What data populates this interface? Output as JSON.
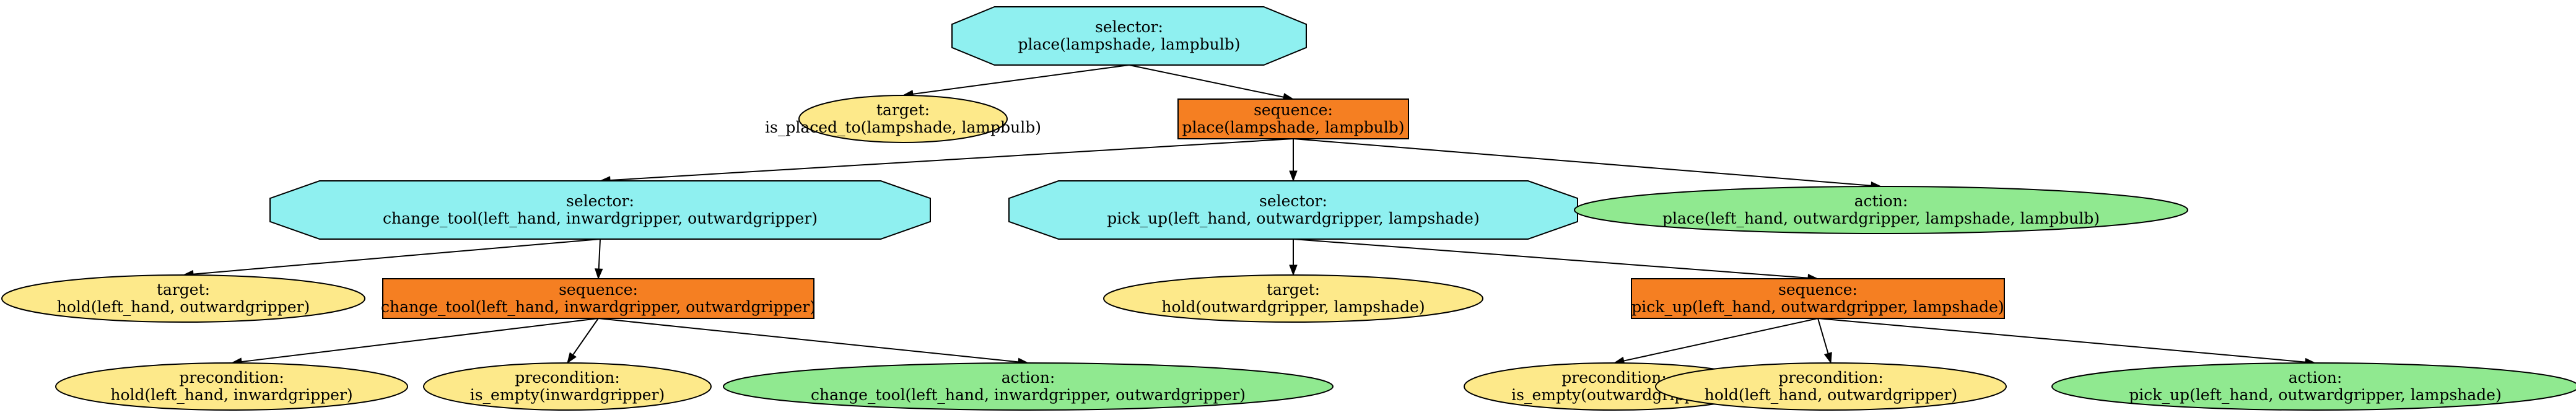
{
  "colors": {
    "selector": "#8ff0f0",
    "sequence": "#f57f22",
    "target": "#fde98a",
    "precondition": "#fde98a",
    "action": "#90e990",
    "stroke": "#000000",
    "background": "#ffffff"
  },
  "nodes": {
    "root": {
      "kind": "selector",
      "line1": "selector:",
      "line2": "place(lampshade, lampbulb)"
    },
    "n1": {
      "kind": "target",
      "line1": "target:",
      "line2": "is_placed_to(lampshade, lampbulb)"
    },
    "n2": {
      "kind": "sequence",
      "line1": "sequence:",
      "line2": "place(lampshade, lampbulb)"
    },
    "n3": {
      "kind": "selector",
      "line1": "selector:",
      "line2": "change_tool(left_hand, inwardgripper, outwardgripper)"
    },
    "n4": {
      "kind": "selector",
      "line1": "selector:",
      "line2": "pick_up(left_hand, outwardgripper, lampshade)"
    },
    "n5": {
      "kind": "action",
      "line1": "action:",
      "line2": "place(left_hand, outwardgripper, lampshade, lampbulb)"
    },
    "n6": {
      "kind": "target",
      "line1": "target:",
      "line2": "hold(left_hand, outwardgripper)"
    },
    "n7": {
      "kind": "sequence",
      "line1": "sequence:",
      "line2": "change_tool(left_hand, inwardgripper, outwardgripper)"
    },
    "n8": {
      "kind": "target",
      "line1": "target:",
      "line2": "hold(outwardgripper, lampshade)"
    },
    "n9": {
      "kind": "sequence",
      "line1": "sequence:",
      "line2": "pick_up(left_hand, outwardgripper, lampshade)"
    },
    "n10": {
      "kind": "precondition",
      "line1": "precondition:",
      "line2": "hold(left_hand, inwardgripper)"
    },
    "n11": {
      "kind": "precondition",
      "line1": "precondition:",
      "line2": "is_empty(inwardgripper)"
    },
    "n12": {
      "kind": "action",
      "line1": "action:",
      "line2": "change_tool(left_hand, inwardgripper, outwardgripper)"
    },
    "n13": {
      "kind": "precondition",
      "line1": "precondition:",
      "line2": "is_empty(outwardgripper)"
    },
    "n14": {
      "kind": "precondition",
      "line1": "precondition:",
      "line2": "hold(left_hand, outwardgripper)"
    },
    "n15": {
      "kind": "action",
      "line1": "action:",
      "line2": "pick_up(left_hand, outwardgripper, lampshade)"
    }
  },
  "edges": [
    [
      "root",
      "n1"
    ],
    [
      "root",
      "n2"
    ],
    [
      "n2",
      "n3"
    ],
    [
      "n2",
      "n4"
    ],
    [
      "n2",
      "n5"
    ],
    [
      "n3",
      "n6"
    ],
    [
      "n3",
      "n7"
    ],
    [
      "n4",
      "n8"
    ],
    [
      "n4",
      "n9"
    ],
    [
      "n7",
      "n10"
    ],
    [
      "n7",
      "n11"
    ],
    [
      "n7",
      "n12"
    ],
    [
      "n9",
      "n13"
    ],
    [
      "n9",
      "n14"
    ],
    [
      "n9",
      "n15"
    ]
  ]
}
